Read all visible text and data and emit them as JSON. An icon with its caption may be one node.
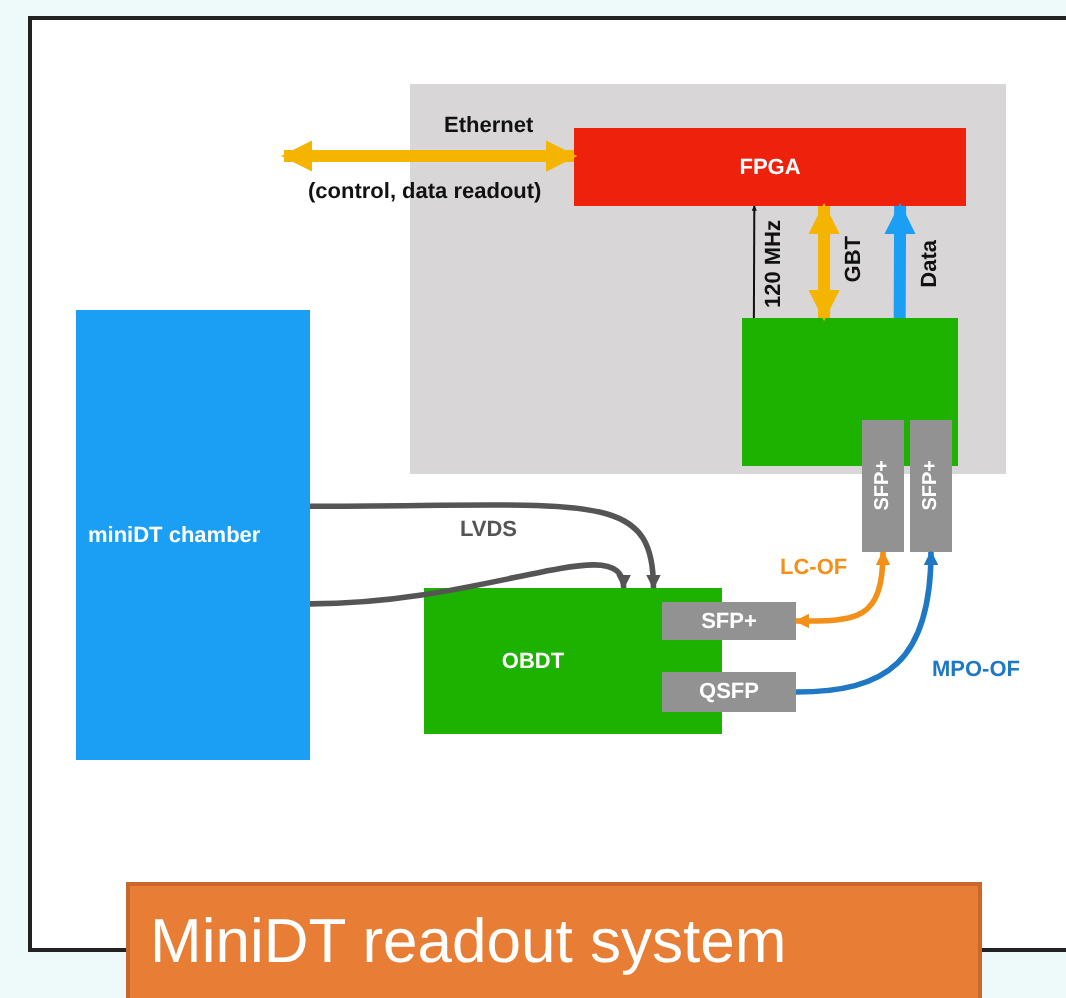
{
  "diagram": {
    "caption": "MiniDT readout system",
    "nodes": [
      {
        "text": [],
        "shape": "box"
      },
      {
        "text": [
          "FPGA"
        ],
        "in": 0
      },
      {
        "text": [],
        "shape": "box",
        "in": 0
      },
      {
        "text": [
          "SFP+"
        ]
      },
      {
        "text": [
          "SFP+"
        ]
      },
      {
        "text": [
          "miniDT chamber"
        ]
      },
      {
        "text": [
          "OBDT"
        ]
      },
      {
        "text": [
          "SFP+"
        ]
      },
      {
        "text": [
          "QSFP"
        ]
      }
    ],
    "edges": [
      {
        "from": null,
        "to": 1,
        "arrow": "both",
        "label": "Ethernet",
        "style": "thick",
        "color": "#f5b400"
      },
      {
        "from": 2,
        "to": 1,
        "arrow": "to",
        "label": "120 MHz",
        "color": "#111111"
      },
      {
        "from": 2,
        "to": 1,
        "arrow": "both",
        "label": "GBT",
        "style": "thick",
        "color": "#f5b400"
      },
      {
        "from": 2,
        "to": 1,
        "arrow": "to",
        "label": "Data",
        "style": "thick",
        "color": "#1a9ff5"
      },
      {
        "from": 5,
        "to": 6,
        "arrow": "to",
        "label": "LVDS",
        "color": "#555555"
      },
      {
        "from": 5,
        "to": 6,
        "arrow": "to",
        "color": "#555555"
      },
      {
        "from": 7,
        "to": 3,
        "arrow": "both",
        "label": "LC-OF",
        "color": "#f39019"
      },
      {
        "from": 8,
        "to": 4,
        "arrow": "to",
        "label": "MPO-OF",
        "color": "#1f78c4"
      }
    ],
    "labels": [
      "(control, data readout)"
    ]
  }
}
